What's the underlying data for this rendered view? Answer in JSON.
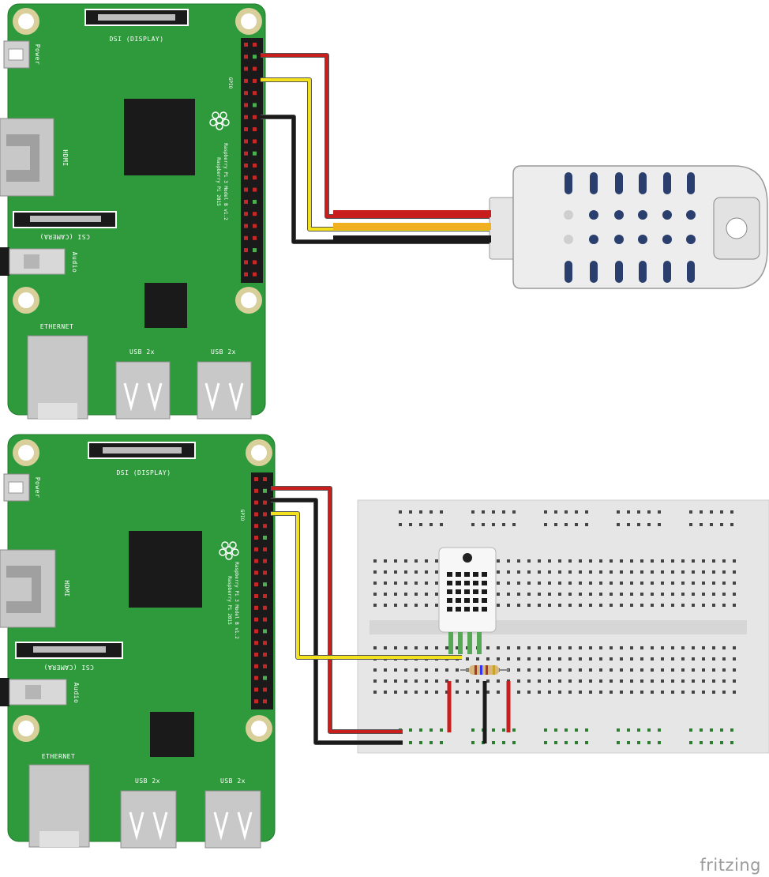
{
  "boards": [
    {
      "power": "Power",
      "dsi": "DSI (DISPLAY)",
      "hdmi": "HDMI",
      "csi": "CSI (CAMERA)",
      "audio": "Audio",
      "ethernet": "ETHERNET",
      "usb_left": "USB 2x",
      "usb_right": "USB 2x",
      "gpio": "GPIO",
      "model": "Raspberry Pi 3 Model B v1.2",
      "copyright": "Raspberry Pi 2015"
    },
    {
      "power": "Power",
      "dsi": "DSI (DISPLAY)",
      "hdmi": "HDMI",
      "csi": "CSI (CAMERA)",
      "audio": "Audio",
      "ethernet": "ETHERNET",
      "usb_left": "USB 2x",
      "usb_right": "USB 2x",
      "gpio": "GPIO",
      "model": "Raspberry Pi 3 Model B v1.2",
      "copyright": "Raspberry Pi 2015"
    }
  ],
  "colors": {
    "pcb": "#2e9a3c",
    "wire_power": "#c81e1e",
    "wire_data": "#f2e11c",
    "wire_ground": "#1a1a1a"
  },
  "branding": {
    "text": "fritzing"
  }
}
